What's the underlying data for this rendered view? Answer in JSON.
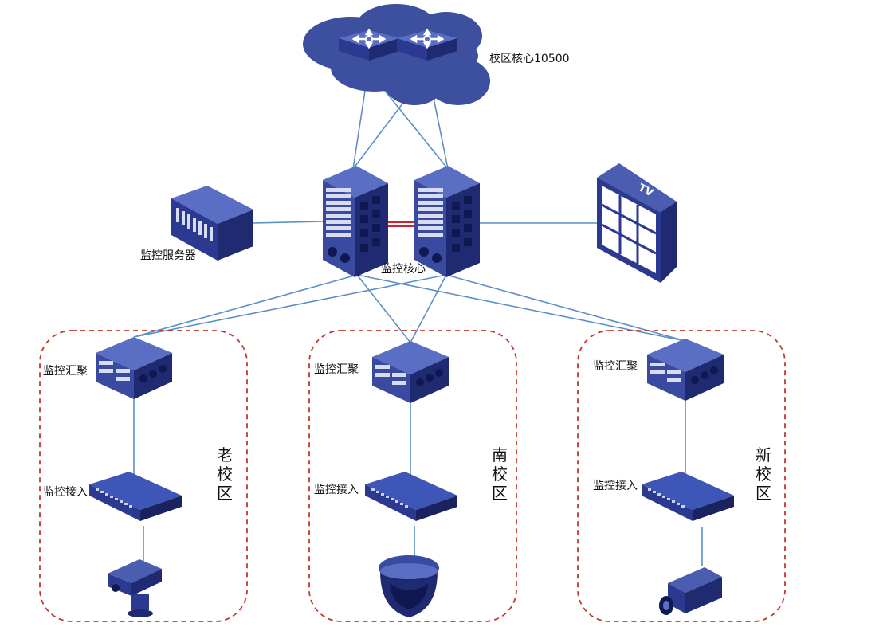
{
  "cloud": {
    "label": "校区核心10500"
  },
  "core": {
    "label": "监控核心"
  },
  "server": {
    "label": "监控服务器"
  },
  "tv": {
    "label": "TV"
  },
  "zones": [
    {
      "name": "老校区",
      "agg_label": "监控汇聚",
      "access_label": "监控接入",
      "camera": "ptz-camera"
    },
    {
      "name": "南校区",
      "agg_label": "监控汇聚",
      "access_label": "监控接入",
      "camera": "dome-camera"
    },
    {
      "name": "新校区",
      "agg_label": "监控汇聚",
      "access_label": "监控接入",
      "camera": "box-camera"
    }
  ],
  "colors": {
    "device": "#2b3990",
    "device_light": "#4a5db0",
    "link": "#5b8fc7",
    "zone_border": "#c0392b",
    "cloud": "#3d4f9f"
  }
}
